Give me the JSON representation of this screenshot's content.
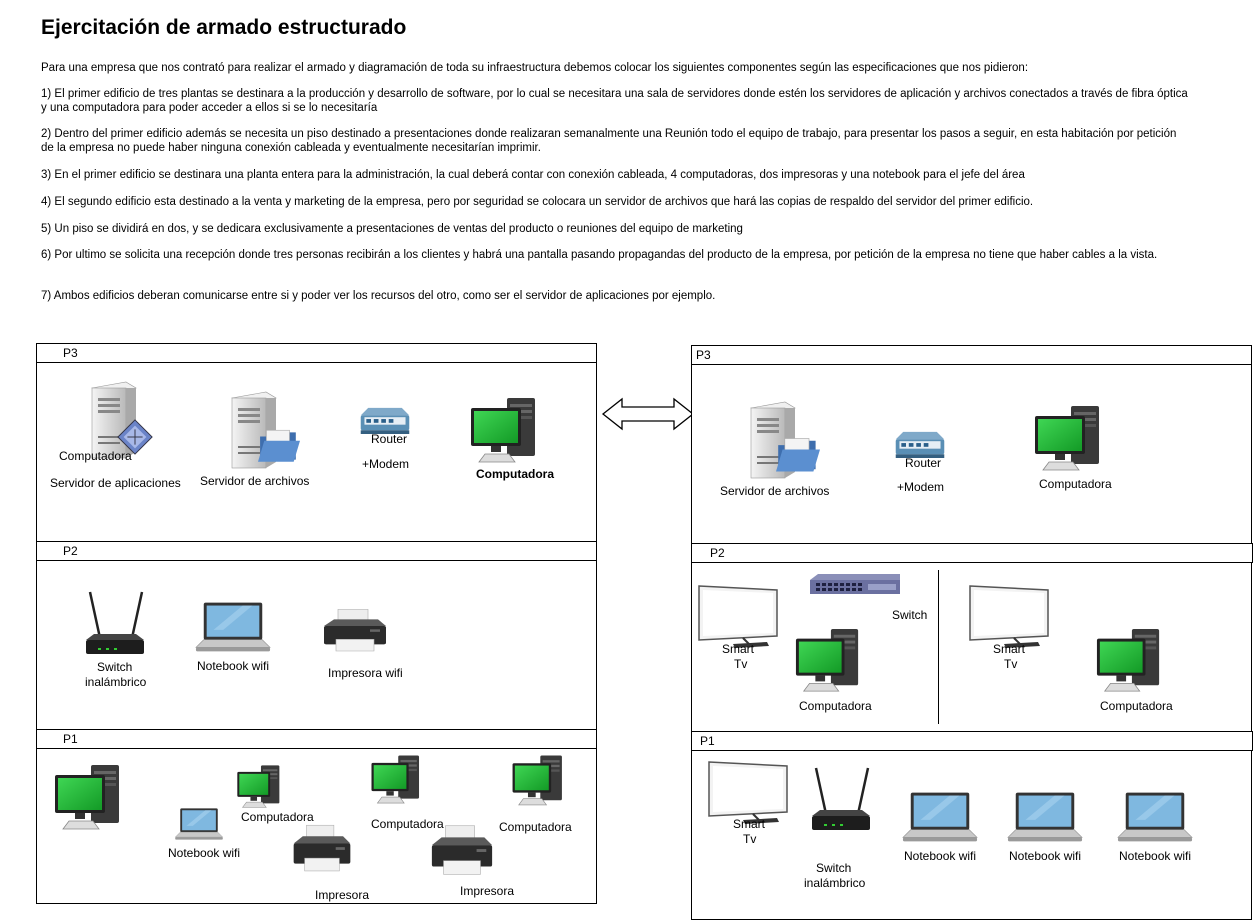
{
  "title": "Ejercitación de armado estructurado",
  "paragraphs": [
    "Para una empresa que  nos contrató para realizar el armado y diagramación de toda su infraestructura debemos colocar los siguientes componentes según las especificaciones que nos pidieron:",
    "1) El primer edificio de tres plantas se destinara a la producción y desarrollo de software, por lo cual se necesitara una sala de servidores donde estén los servidores de aplicación y archivos conectados a través de fibra óptica y una computadora para poder acceder a ellos si se lo necesitaría",
    "2) Dentro del primer edificio además se necesita un piso destinado a presentaciones donde realizaran semanalmente una Reunión todo el equipo de trabajo, para presentar los pasos a seguir, en esta habitación por petición de la empresa no puede haber ninguna conexión cableada y eventualmente necesitarían imprimir.",
    "3) En el primer edificio se destinara una planta entera para la administración, la cual deberá contar con conexión cableada, 4 computadoras, dos impresoras y una notebook para el jefe del área",
    "4) El segundo edificio esta destinado a la venta y marketing de la empresa, pero por seguridad se colocara un servidor de archivos que hará las copias de respaldo del servidor del primer edificio.",
    "5) Un piso se dividirá en dos, y se dedicara exclusivamente a presentaciones de ventas del producto o reuniones del equipo de marketing",
    "6) Por ultimo se solicita una recepción donde tres personas recibirán a los clientes y habrá una pantalla pasando propagandas del producto de la empresa, por petición de la empresa no tiene que haber cables a la vista.",
    "7) Ambos edificios deberan comunicarse entre si y poder ver los recursos del otro, como ser el servidor de aplicaciones por ejemplo."
  ],
  "building1": {
    "p3": {
      "header": "P3",
      "computadora_overlap": "Computadora",
      "app_server": "Servidor de aplicaciones",
      "file_server": "Servidor de archivos",
      "router": "Router",
      "modem": "+Modem",
      "computadora": "Computadora"
    },
    "p2": {
      "header": "P2",
      "switch_line1": "Switch",
      "switch_line2": "inalámbrico",
      "notebook": "Notebook wifi",
      "printer": "Impresora wifi"
    },
    "p1": {
      "header": "P1",
      "notebook": "Notebook wifi",
      "computadora1": "Computadora",
      "computadora2": "Computadora",
      "computadora3": "Computadora",
      "impresora1": "Impresora",
      "impresora2": "Impresora"
    }
  },
  "building2": {
    "p3": {
      "header": "P3",
      "file_server": "Servidor de archivos",
      "router": "Router",
      "modem": "+Modem",
      "computadora": "Computadora"
    },
    "p2": {
      "header": "P2",
      "tv1_line1": "Smart",
      "tv1_line2": "Tv",
      "switch": "Switch",
      "computadora1": "Computadora",
      "tv2_line1": "Smart",
      "tv2_line2": "Tv",
      "computadora2": "Computadora"
    },
    "p1": {
      "header": "P1",
      "tv_line1": "Smart",
      "tv_line2": "Tv",
      "switch_line1": "Switch",
      "switch_line2": "inalámbrico",
      "notebook1": "Notebook wifi",
      "notebook2": "Notebook wifi",
      "notebook3": "Notebook wifi"
    }
  },
  "colors": {
    "screen_green": "#22bb33",
    "monitor_dark": "#2b2b2b",
    "server_gray": "#d8d8d8",
    "folder_blue": "#4a7fc0",
    "router_blue": "#5a8fb5",
    "laptop_screen": "#7fb8e0"
  }
}
